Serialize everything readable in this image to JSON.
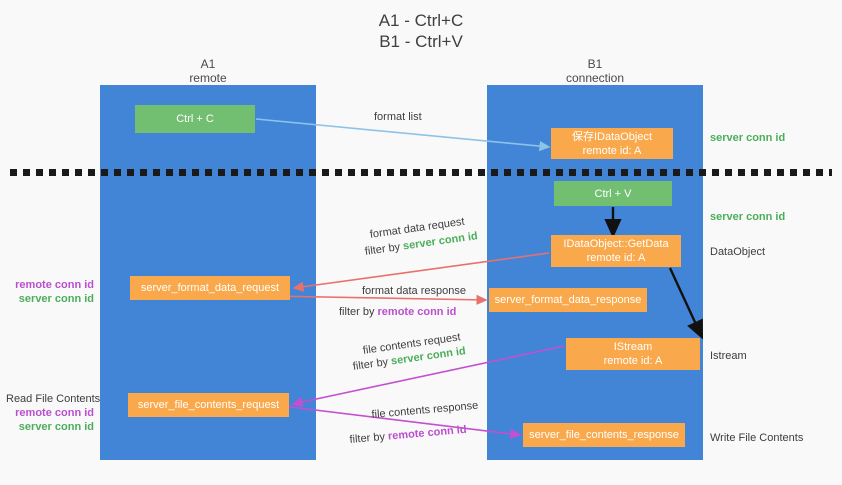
{
  "title": {
    "line1": "A1 - Ctrl+C",
    "line2": "B1 - Ctrl+V"
  },
  "columns": [
    {
      "id": "a1",
      "name": "A1",
      "role": "remote",
      "color": "#4285d6"
    },
    {
      "id": "b1",
      "name": "B1",
      "role": "connection",
      "color": "#4285d6"
    }
  ],
  "colors": {
    "lane": "#4285d6",
    "green_node": "#73bf72",
    "orange_node": "#f9a94b",
    "server_conn_id": "#4cae5a",
    "remote_conn_id": "#bb4fd0",
    "arrow_format_list": "#8ec3e8",
    "arrow_format_data": "#e8716d",
    "arrow_file_contents": "#c44fd0",
    "arrow_internal": "#000000",
    "text": "#3d3d3d",
    "background": "#f9f9f9"
  },
  "nodes": {
    "ctrl_c": {
      "label": "Ctrl + C",
      "style": "green"
    },
    "save_idataobject": {
      "label": "保存IDataObject",
      "sublabel": "remote id: A",
      "style": "orange"
    },
    "ctrl_v": {
      "label": "Ctrl + V",
      "style": "green"
    },
    "getdata": {
      "label": "IDataObject::GetData",
      "sublabel": "remote id: A",
      "style": "orange"
    },
    "istream": {
      "label": "IStream",
      "sublabel": "remote id: A",
      "style": "orange"
    },
    "server_format_data_request": {
      "label": "server_format_data_request",
      "style": "orange"
    },
    "server_format_data_response": {
      "label": "server_format_data_response",
      "style": "orange"
    },
    "server_file_contents_request": {
      "label": "server_file_contents_request",
      "style": "orange"
    },
    "server_file_contents_response": {
      "label": "server_file_contents_response",
      "style": "orange"
    }
  },
  "edge_labels": {
    "format_list": "format list",
    "format_data_request": "format data request",
    "format_data_request_filter_prefix": "filter by ",
    "format_data_request_filter_token": "server conn id",
    "format_data_response": "format data response",
    "format_data_response_filter_prefix": "filter by ",
    "format_data_response_filter_token": "remote conn id",
    "file_contents_request": "file contents request",
    "file_contents_request_filter_prefix": "filter by ",
    "file_contents_request_filter_token": "server conn id",
    "file_contents_response": "file contents response",
    "file_contents_response_filter_prefix": "filter by ",
    "file_contents_response_filter_token": "remote conn id"
  },
  "annotations": {
    "left_remote_conn_id": "remote conn id",
    "left_server_conn_id": "server conn id",
    "read_file_contents": "Read File Contents",
    "read_remote_conn_id": "remote conn id",
    "read_server_conn_id": "server conn id",
    "right_server_conn_id_top": "server conn id",
    "right_server_conn_id_mid": "server conn id",
    "dataobject": "DataObject",
    "istream": "Istream",
    "write_file_contents": "Write File Contents"
  }
}
